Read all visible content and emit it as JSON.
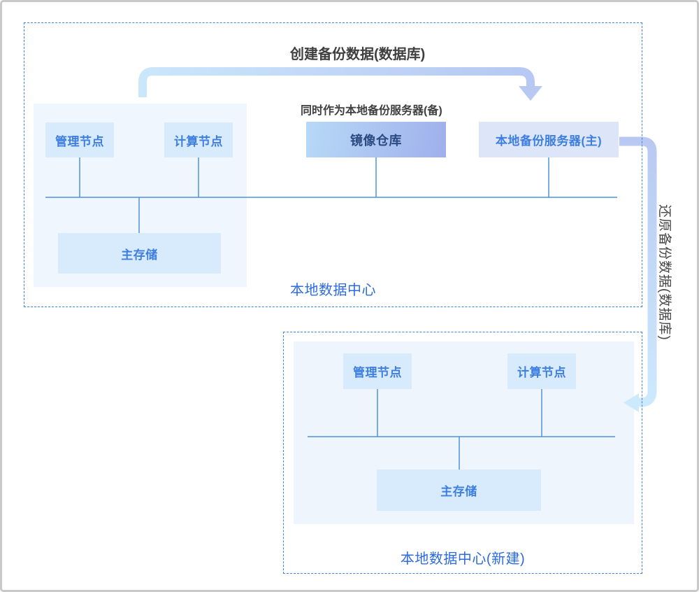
{
  "flows": {
    "create_backup_label": "创建备份数据(数据库)",
    "standby_note": "同时作为本地备份服务器(备)",
    "restore_backup_label": "还原备份数据(数据库)"
  },
  "datacenter_local": {
    "title": "本地数据中心",
    "nodes": {
      "management": "管理节点",
      "compute": "计算节点",
      "image_repository": "镜像仓库",
      "backup_server_primary": "本地备份服务器(主)",
      "primary_storage": "主存储"
    }
  },
  "datacenter_new": {
    "title": "本地数据中心(新建)",
    "nodes": {
      "management": "管理节点",
      "compute": "计算节点",
      "primary_storage": "主存储"
    }
  },
  "colors": {
    "dashed_border": "#3c86e8",
    "wire_line": "#4e92de",
    "panel_bg": "#f0f6fd",
    "node_bg": "#d7ebfc",
    "node_text": "#3d7ee0",
    "image_repo_gradient_start": "#b7d9f6",
    "image_repo_gradient_end": "#9fb0ec",
    "image_repo_text": "#2b4a80",
    "backup_server_bg": "#dde5f8",
    "arrow_blue": "#cbe7fb",
    "arrow_lavender": "#b5c7f3",
    "dc_title_text": "#2c6be0",
    "flow_text": "#3f3f3f",
    "outer_frame": "#c9c9c9"
  }
}
